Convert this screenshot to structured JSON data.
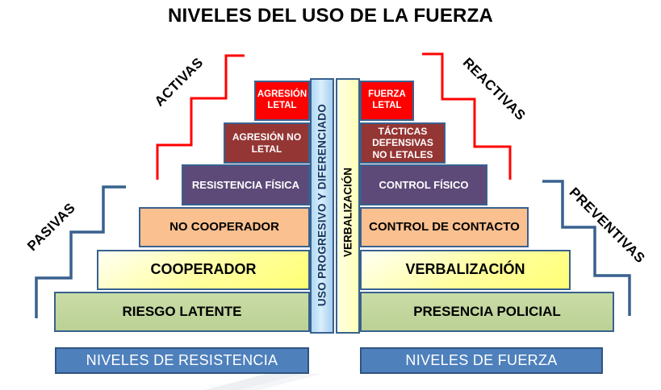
{
  "title": "NIVELES DEL USO DE LA FUERZA",
  "corner_labels": {
    "top_left": "ACTIVAS",
    "top_right": "REACTIVAS",
    "bottom_left": "PASIVAS",
    "bottom_right": "PREVENTIVAS"
  },
  "center_columns": {
    "left_label": "USO PROGRESIVO Y DIFERENCIADO",
    "right_label": "VERBALIZACIÓN"
  },
  "resistance_levels": [
    {
      "label": "RIESGO LATENTE",
      "color": "#BFD49B",
      "text_color": "#000000"
    },
    {
      "label": "COOPERADOR",
      "color": "#FFFF8C",
      "text_color": "#000000"
    },
    {
      "label": "NO COOPERADOR",
      "color": "#FAC090",
      "text_color": "#000000"
    },
    {
      "label": "RESISTENCIA FÍSICA",
      "color": "#5D4A78",
      "text_color": "#FFFFFF"
    },
    {
      "label": "AGRESIÓN NO LETAL",
      "color": "#943634",
      "text_color": "#FFFFFF"
    },
    {
      "label": "AGRESIÓN LETAL",
      "color": "#FF0000",
      "text_color": "#FFFFFF"
    }
  ],
  "force_levels": [
    {
      "label": "PRESENCIA POLICIAL",
      "color": "#BFD49B",
      "text_color": "#000000"
    },
    {
      "label": "VERBALIZACIÓN",
      "color": "#FFFF8C",
      "text_color": "#000000"
    },
    {
      "label": "CONTROL DE CONTACTO",
      "color": "#FAC090",
      "text_color": "#000000"
    },
    {
      "label": "CONTROL FÍSICO",
      "color": "#5D4A78",
      "text_color": "#FFFFFF"
    },
    {
      "label": "TÁCTICAS DEFENSIVAS NO LETALES",
      "color": "#943634",
      "text_color": "#FFFFFF"
    },
    {
      "label": "FUERZA LETAL",
      "color": "#FF0000",
      "text_color": "#FFFFFF"
    }
  ],
  "footer": {
    "left": "NIVELES DE RESISTENCIA",
    "right": "NIVELES DE FUERZA"
  },
  "colors": {
    "box_border": "#38618F",
    "stair_red": "#FF0000",
    "stair_blue": "#38618F",
    "footer_fill": "#4E80BC",
    "footer_border": "#2F5380",
    "column_blue_fill": "#C5E2F7",
    "column_yellow_fill": "#FFFFC8",
    "column_blue_text": "#17375E"
  }
}
